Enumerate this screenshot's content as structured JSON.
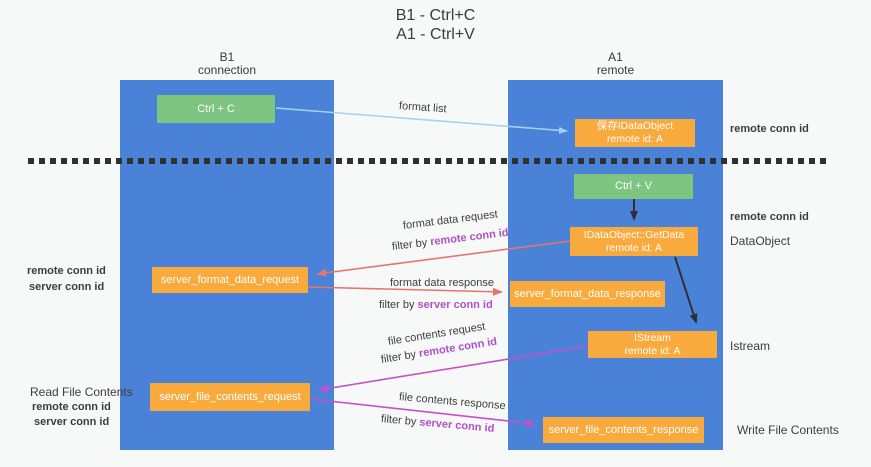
{
  "title": {
    "line1": "B1 - Ctrl+C",
    "line2": "A1 - Ctrl+V"
  },
  "lanes": {
    "left": {
      "name": "B1",
      "role": "connection"
    },
    "right": {
      "name": "A1",
      "role": "remote"
    }
  },
  "nodes": {
    "ctrl_c": {
      "label": "Ctrl + C"
    },
    "ctrl_v": {
      "label": "Ctrl + V"
    },
    "store_dataobject": {
      "line1": "保存IDataObject",
      "line2": "remote id: A"
    },
    "getdata": {
      "line1": "IDataObject::GetData",
      "line2": "remote id: A"
    },
    "istream": {
      "line1": "IStream",
      "line2": "remote id: A"
    },
    "format_request": {
      "label": "server_format_data_request"
    },
    "format_response": {
      "label": "server_format_data_response"
    },
    "file_request": {
      "label": "server_file_contents_request"
    },
    "file_response": {
      "label": "server_file_contents_response"
    }
  },
  "edges": {
    "format_list": {
      "label": "format list"
    },
    "format_data_request": {
      "label": "format data request",
      "filter_prefix": "filter by ",
      "filter_id": "remote conn id"
    },
    "format_data_response": {
      "label": "format data response",
      "filter_prefix": "filter by ",
      "filter_id": "server conn id"
    },
    "file_contents_request": {
      "label": "file contents request",
      "filter_prefix": "filter by ",
      "filter_id": "remote conn id"
    },
    "file_contents_response": {
      "label": "file contents response",
      "filter_prefix": "filter by ",
      "filter_id": "server conn id"
    }
  },
  "annotations": {
    "right_remote_conn_id_top": "remote conn id",
    "right_remote_conn_id_mid": "remote conn id",
    "dataobject": "DataObject",
    "istream": "Istream",
    "write_file_contents": "Write File Contents",
    "left_remote_conn_id_top": "remote conn id",
    "left_server_conn_id_top": "server conn id",
    "read_file_contents": "Read File Contents",
    "left_remote_conn_id_bottom": "remote conn id",
    "left_server_conn_id_bottom": "server conn id"
  },
  "colors": {
    "lane_blue": "#4a82d8",
    "box_green": "#7ec581",
    "box_orange": "#f8aa3d",
    "arrow_light_blue": "#a6d2ef",
    "arrow_red": "#e87373",
    "arrow_magenta": "#c551c5",
    "arrow_black": "#2f2f2f",
    "text_purple": "#b050c8",
    "text_green": "#67bd6b",
    "text_dark": "#3d3d3d",
    "background": "#f7f8f8"
  }
}
